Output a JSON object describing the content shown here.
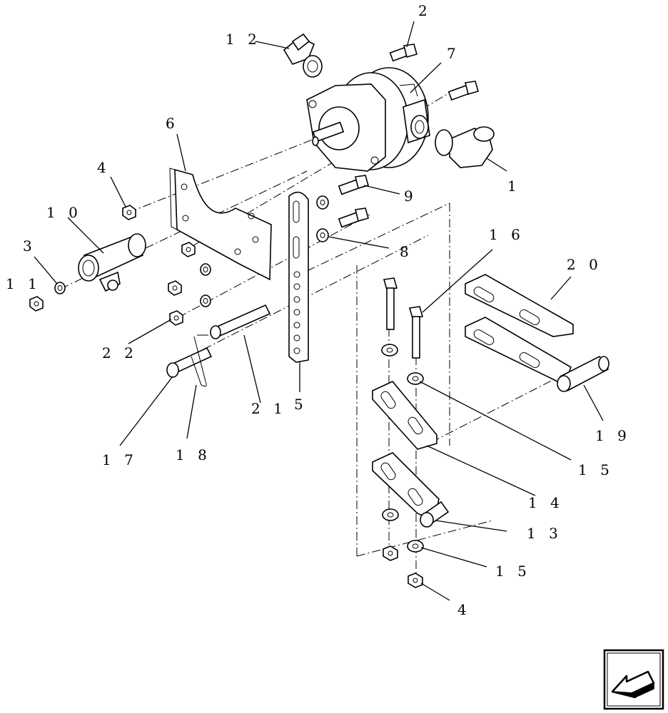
{
  "callouts": [
    {
      "id": "c1",
      "text": "1"
    },
    {
      "id": "c2",
      "text": "2"
    },
    {
      "id": "c3",
      "text": "3"
    },
    {
      "id": "c4a",
      "text": "4"
    },
    {
      "id": "c4b",
      "text": "4"
    },
    {
      "id": "c5",
      "text": "5"
    },
    {
      "id": "c6",
      "text": "6"
    },
    {
      "id": "c7",
      "text": "7"
    },
    {
      "id": "c8",
      "text": "8"
    },
    {
      "id": "c9",
      "text": "9"
    },
    {
      "id": "c10",
      "text": "1 0"
    },
    {
      "id": "c11",
      "text": "1 1"
    },
    {
      "id": "c12",
      "text": "1 2"
    },
    {
      "id": "c13",
      "text": "1 3"
    },
    {
      "id": "c14",
      "text": "1 4"
    },
    {
      "id": "c15a",
      "text": "1 5"
    },
    {
      "id": "c15b",
      "text": "1 5"
    },
    {
      "id": "c16",
      "text": "1 6"
    },
    {
      "id": "c17",
      "text": "1 7"
    },
    {
      "id": "c18",
      "text": "1 8"
    },
    {
      "id": "c19",
      "text": "1 9"
    },
    {
      "id": "c20",
      "text": "2 0"
    },
    {
      "id": "c21",
      "text": "2 1"
    },
    {
      "id": "c22",
      "text": "2 2"
    }
  ],
  "nav_icon": "arrow-left-down-icon"
}
